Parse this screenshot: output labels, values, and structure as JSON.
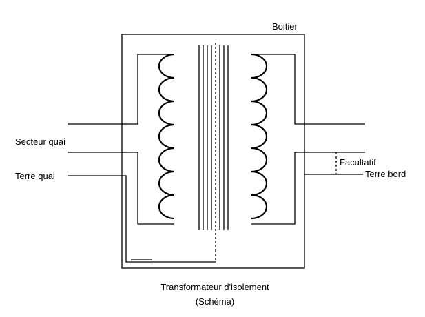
{
  "diagram": {
    "enclosure_label": "Boitier",
    "left_labels": {
      "mains": "Secteur quai",
      "ground": "Terre quai"
    },
    "right_labels": {
      "optional": "Facultatif",
      "ground": "Terre bord"
    },
    "caption": {
      "line1": "Transformateur d'isolement",
      "line2": "(Schéma)"
    }
  }
}
